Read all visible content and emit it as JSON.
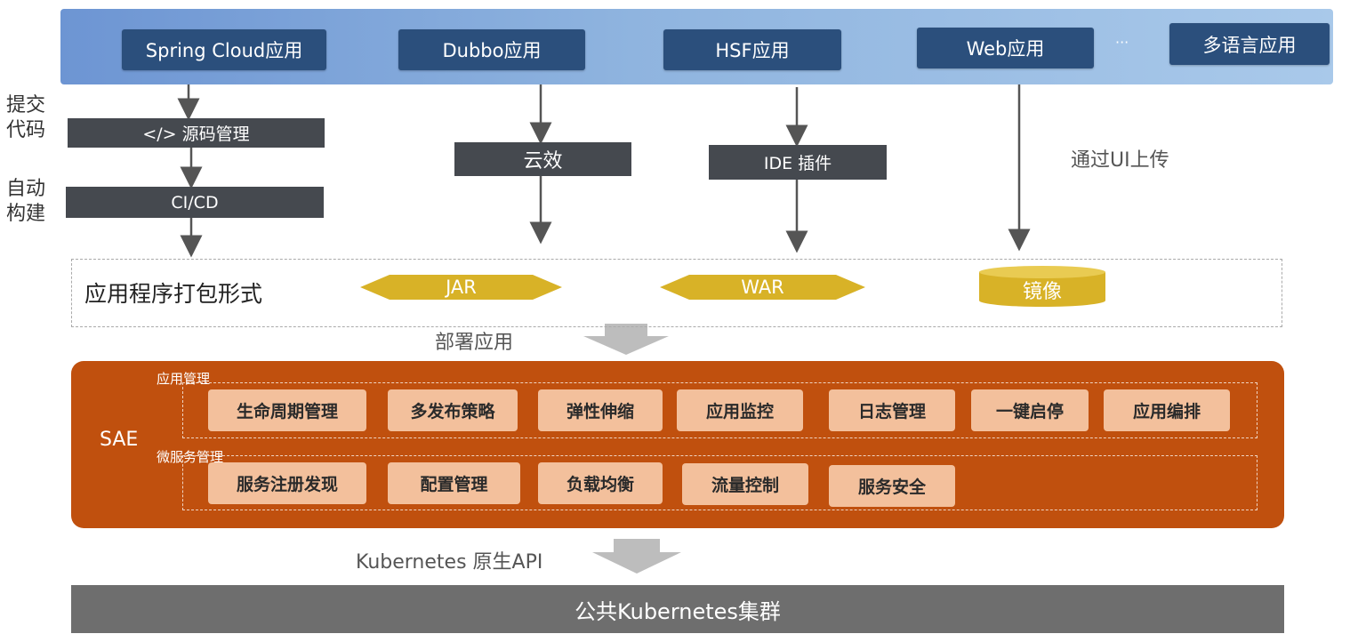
{
  "apps": {
    "spring_cloud": "Spring Cloud应用",
    "dubbo": "Dubbo应用",
    "hsf": "HSF应用",
    "web": "Web应用",
    "ellipsis": "···",
    "multi_lang": "多语言应用"
  },
  "side_labels": {
    "submit_code": "提交代码",
    "auto_build": "自动构建"
  },
  "process": {
    "source_mgmt": "</> 源码管理",
    "cicd": "CI/CD",
    "yunxiao": "云效",
    "ide_plugin": "IDE 插件",
    "ui_upload": "通过UI上传"
  },
  "packaging": {
    "title": "应用程序打包形式",
    "jar": "JAR",
    "war": "WAR",
    "image": "镜像",
    "deploy_label": "部署应用"
  },
  "sae": {
    "title": "SAE",
    "app_mgmt_label": "应用管理",
    "micro_mgmt_label": "微服务管理",
    "app_features": [
      "生命周期管理",
      "多发布策略",
      "弹性伸缩",
      "应用监控",
      "日志管理",
      "一键启停",
      "应用编排"
    ],
    "micro_features": [
      "服务注册发现",
      "配置管理",
      "负载均衡",
      "流量控制",
      "服务安全"
    ]
  },
  "k8s": {
    "api_label": "Kubernetes 原生API",
    "cluster": "公共Kubernetes集群"
  },
  "colors": {
    "app_box": "#2b4f7c",
    "process_box": "#45494f",
    "package_gold": "#d8b227",
    "sae_orange": "#c0500e",
    "feature_peach": "#f3c09c",
    "cluster_gray": "#6e6e6e"
  }
}
